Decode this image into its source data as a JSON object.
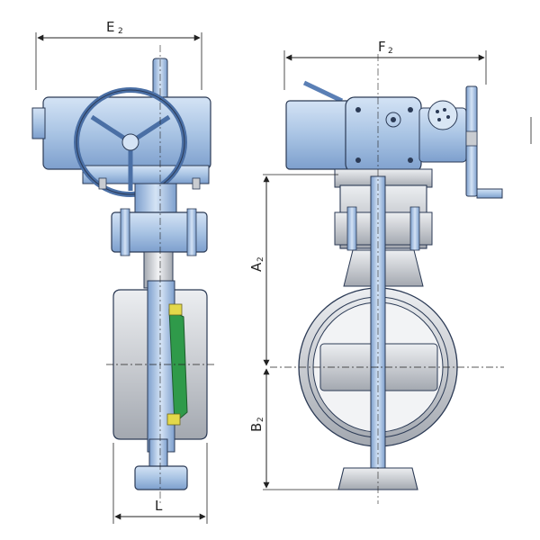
{
  "labels": {
    "width_E": "E",
    "width_E_sub": "2",
    "width_F": "F",
    "width_F_sub": "2",
    "height_A": "A",
    "height_A_sub": "2",
    "height_B": "B",
    "height_B_sub": "2",
    "length_L": "L"
  },
  "colors": {
    "body_blue": "#a9c4e4",
    "body_blue_dark": "#6f93c4",
    "body_light": "#d9e6f4",
    "steel_gray": "#c9ccd1",
    "steel_gray_dark": "#9aa0a8",
    "seal_green": "#2f9a4a",
    "seal_yellow": "#e3d84a",
    "outline": "#2b3a55",
    "dim_line": "#222222"
  }
}
